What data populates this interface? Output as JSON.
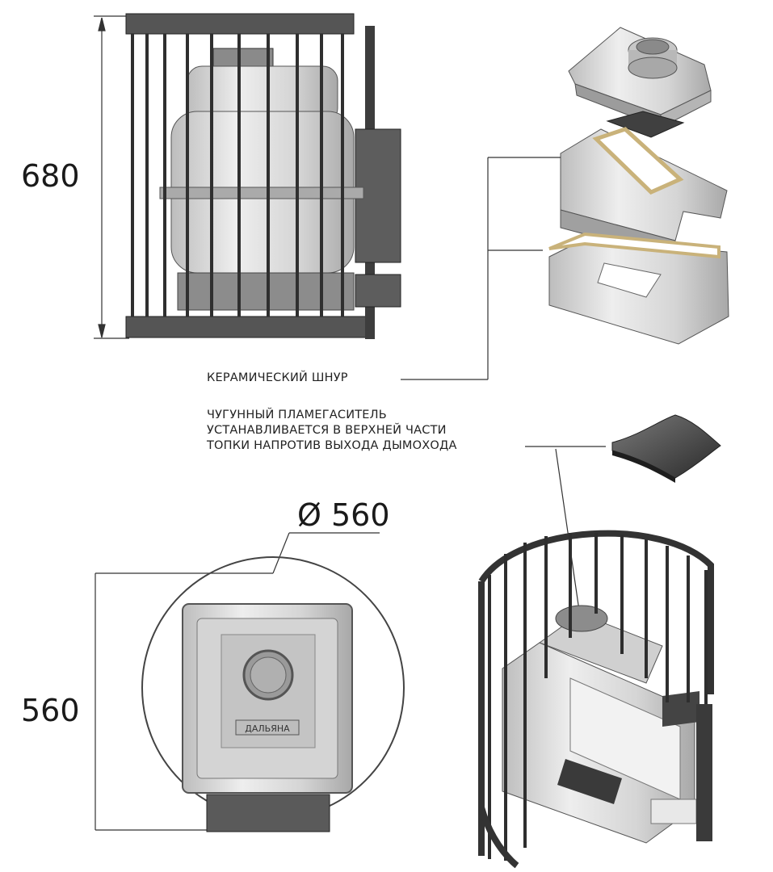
{
  "dimensions": {
    "height_front": "680",
    "width_top": "560",
    "diameter": "Ø 560"
  },
  "labels": {
    "ceramic_cord": "КЕРАМИЧЕСКИЙ ШНУР",
    "flame_arrester_lines": [
      "ЧУГУННЫЙ ПЛАМЕГАСИТЕЛЬ",
      "УСТАНАВЛИВАЕТСЯ В ВЕРХНЕЙ ЧАСТИ",
      "ТОПКИ НАПРОТИВ ВЫХОДА ДЫМОХОДА"
    ],
    "stove_brand_plate": "ДАЛЬЯНА"
  },
  "colors": {
    "dark_steel": "#4a4a4a",
    "grate": "#3a3a3a",
    "body": "#d8d8d8",
    "body_shadow": "#9a9a9a",
    "cord": "#c9b27a",
    "line": "#2a2a2a"
  }
}
